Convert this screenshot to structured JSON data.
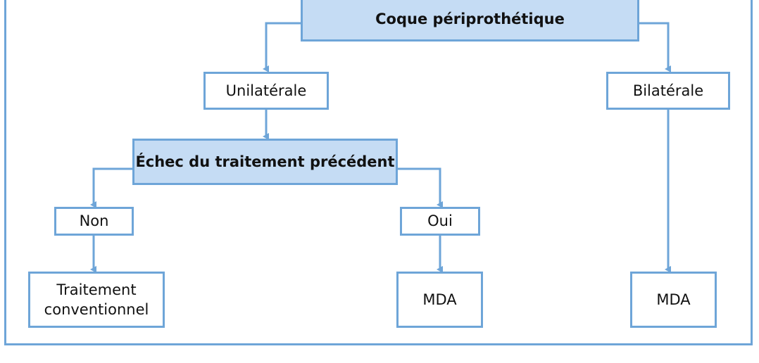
{
  "colors": {
    "stroke": "#6ea5d8",
    "primary_fill": "#c5dcf4",
    "node_fill": "#ffffff",
    "text": "#111111"
  },
  "nodes": {
    "coque": "Coque périprothétique",
    "unilaterale": "Unilatérale",
    "bilaterale": "Bilatérale",
    "echec": "Échec du traitement précédent",
    "non": "Non",
    "oui": "Oui",
    "traitement": "Traitement\nconventionnel",
    "mda_oui": "MDA",
    "mda_bilaterale": "MDA"
  }
}
